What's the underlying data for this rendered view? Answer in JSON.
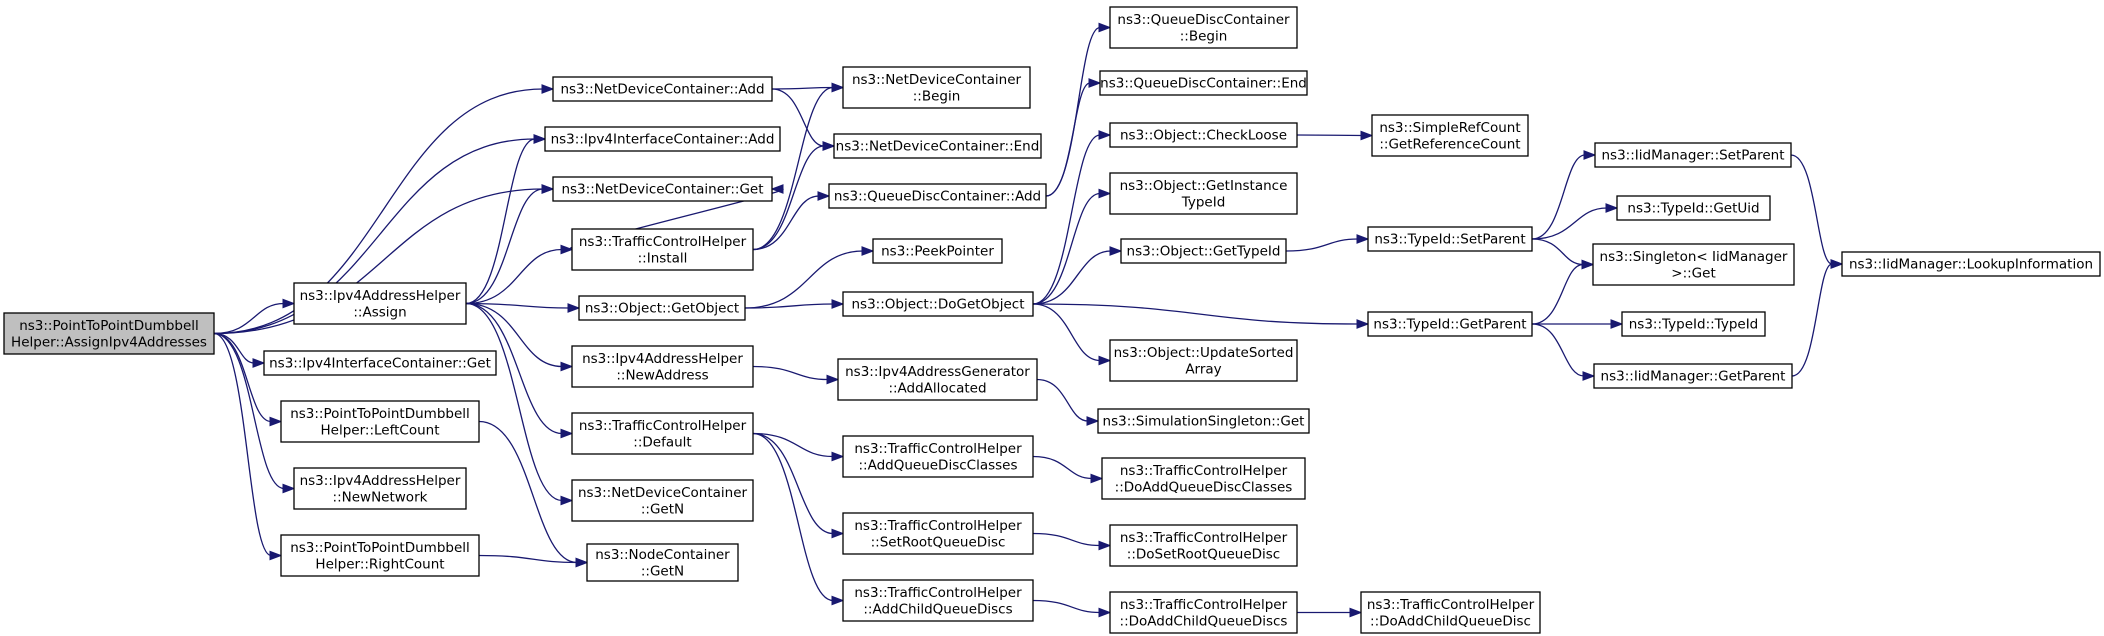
{
  "nodes": [
    {
      "id": "root",
      "lines": [
        "ns3::PointToPointDumbbell",
        "Helper::AssignIpv4Addresses"
      ],
      "root": true
    },
    {
      "id": "ndcAdd",
      "lines": [
        "ns3::NetDeviceContainer::Add"
      ]
    },
    {
      "id": "iicAdd",
      "lines": [
        "ns3::Ipv4InterfaceContainer::Add"
      ]
    },
    {
      "id": "ndcGet",
      "lines": [
        "ns3::NetDeviceContainer::Get"
      ]
    },
    {
      "id": "iahAssign",
      "lines": [
        "ns3::Ipv4AddressHelper",
        "::Assign"
      ]
    },
    {
      "id": "iicGet",
      "lines": [
        "ns3::Ipv4InterfaceContainer::Get"
      ]
    },
    {
      "id": "leftCount",
      "lines": [
        "ns3::PointToPointDumbbell",
        "Helper::LeftCount"
      ]
    },
    {
      "id": "newNetwork",
      "lines": [
        "ns3::Ipv4AddressHelper",
        "::NewNetwork"
      ]
    },
    {
      "id": "rightCount",
      "lines": [
        "ns3::PointToPointDumbbell",
        "Helper::RightCount"
      ]
    },
    {
      "id": "tchInstall",
      "lines": [
        "ns3::TrafficControlHelper",
        "::Install"
      ]
    },
    {
      "id": "objGetObject",
      "lines": [
        "ns3::Object::GetObject"
      ]
    },
    {
      "id": "newAddress",
      "lines": [
        "ns3::Ipv4AddressHelper",
        "::NewAddress"
      ]
    },
    {
      "id": "tchDefault",
      "lines": [
        "ns3::TrafficControlHelper",
        "::Default"
      ]
    },
    {
      "id": "ndcGetN",
      "lines": [
        "ns3::NetDeviceContainer",
        "::GetN"
      ]
    },
    {
      "id": "ncGetN",
      "lines": [
        "ns3::NodeContainer",
        "::GetN"
      ]
    },
    {
      "id": "ndcBegin",
      "lines": [
        "ns3::NetDeviceContainer",
        "::Begin"
      ]
    },
    {
      "id": "ndcEnd",
      "lines": [
        "ns3::NetDeviceContainer::End"
      ]
    },
    {
      "id": "qdcAdd",
      "lines": [
        "ns3::QueueDiscContainer::Add"
      ]
    },
    {
      "id": "peekPointer",
      "lines": [
        "ns3::PeekPointer"
      ]
    },
    {
      "id": "doGetObject",
      "lines": [
        "ns3::Object::DoGetObject"
      ]
    },
    {
      "id": "addAllocated",
      "lines": [
        "ns3::Ipv4AddressGenerator",
        "::AddAllocated"
      ]
    },
    {
      "id": "addQDClasses",
      "lines": [
        "ns3::TrafficControlHelper",
        "::AddQueueDiscClasses"
      ]
    },
    {
      "id": "setRootQD",
      "lines": [
        "ns3::TrafficControlHelper",
        "::SetRootQueueDisc"
      ]
    },
    {
      "id": "addChildQDs",
      "lines": [
        "ns3::TrafficControlHelper",
        "::AddChildQueueDiscs"
      ]
    },
    {
      "id": "qdcBegin",
      "lines": [
        "ns3::QueueDiscContainer",
        "::Begin"
      ]
    },
    {
      "id": "qdcEnd",
      "lines": [
        "ns3::QueueDiscContainer::End"
      ]
    },
    {
      "id": "checkLoose",
      "lines": [
        "ns3::Object::CheckLoose"
      ]
    },
    {
      "id": "getInstTypeId",
      "lines": [
        "ns3::Object::GetInstance",
        "TypeId"
      ]
    },
    {
      "id": "objGetTypeId",
      "lines": [
        "ns3::Object::GetTypeId"
      ]
    },
    {
      "id": "updateSorted",
      "lines": [
        "ns3::Object::UpdateSorted",
        "Array"
      ]
    },
    {
      "id": "simSingletonGet",
      "lines": [
        "ns3::SimulationSingleton::Get"
      ]
    },
    {
      "id": "doAddQDClasses",
      "lines": [
        "ns3::TrafficControlHelper",
        "::DoAddQueueDiscClasses"
      ]
    },
    {
      "id": "doSetRootQD",
      "lines": [
        "ns3::TrafficControlHelper",
        "::DoSetRootQueueDisc"
      ]
    },
    {
      "id": "doAddChildQDs",
      "lines": [
        "ns3::TrafficControlHelper",
        "::DoAddChildQueueDiscs"
      ]
    },
    {
      "id": "getRefCount",
      "lines": [
        "ns3::SimpleRefCount",
        "::GetReferenceCount"
      ]
    },
    {
      "id": "tidSetParent",
      "lines": [
        "ns3::TypeId::SetParent"
      ]
    },
    {
      "id": "tidGetParent",
      "lines": [
        "ns3::TypeId::GetParent"
      ]
    },
    {
      "id": "doAddChildQD",
      "lines": [
        "ns3::TrafficControlHelper",
        "::DoAddChildQueueDisc"
      ]
    },
    {
      "id": "iidSetParent",
      "lines": [
        "ns3::IidManager::SetParent"
      ]
    },
    {
      "id": "tidGetUid",
      "lines": [
        "ns3::TypeId::GetUid"
      ]
    },
    {
      "id": "singletonGet",
      "lines": [
        "ns3::Singleton< IidManager",
        " >::Get"
      ]
    },
    {
      "id": "tidTypeId",
      "lines": [
        "ns3::TypeId::TypeId"
      ]
    },
    {
      "id": "iidGetParent",
      "lines": [
        "ns3::IidManager::GetParent"
      ]
    },
    {
      "id": "lookupInfo",
      "lines": [
        "ns3::IidManager::LookupInformation"
      ]
    }
  ],
  "edges": [
    [
      "root",
      "ndcAdd"
    ],
    [
      "root",
      "iicAdd"
    ],
    [
      "root",
      "ndcGet"
    ],
    [
      "root",
      "iahAssign"
    ],
    [
      "root",
      "iicGet"
    ],
    [
      "root",
      "leftCount"
    ],
    [
      "root",
      "newNetwork"
    ],
    [
      "root",
      "rightCount"
    ],
    [
      "ndcAdd",
      "ndcBegin"
    ],
    [
      "ndcAdd",
      "ndcEnd"
    ],
    [
      "iahAssign",
      "iicAdd"
    ],
    [
      "iahAssign",
      "ndcGet"
    ],
    [
      "iahAssign",
      "tchInstall"
    ],
    [
      "iahAssign",
      "objGetObject"
    ],
    [
      "iahAssign",
      "newAddress"
    ],
    [
      "iahAssign",
      "tchDefault"
    ],
    [
      "iahAssign",
      "ndcGetN"
    ],
    [
      "leftCount",
      "ncGetN"
    ],
    [
      "rightCount",
      "ncGetN"
    ],
    [
      "tchInstall",
      "ndcGet"
    ],
    [
      "tchInstall",
      "ndcBegin"
    ],
    [
      "tchInstall",
      "ndcEnd"
    ],
    [
      "tchInstall",
      "qdcAdd"
    ],
    [
      "objGetObject",
      "peekPointer"
    ],
    [
      "objGetObject",
      "doGetObject"
    ],
    [
      "newAddress",
      "addAllocated"
    ],
    [
      "tchDefault",
      "addQDClasses"
    ],
    [
      "tchDefault",
      "setRootQD"
    ],
    [
      "tchDefault",
      "addChildQDs"
    ],
    [
      "qdcAdd",
      "qdcBegin"
    ],
    [
      "qdcAdd",
      "qdcEnd"
    ],
    [
      "doGetObject",
      "checkLoose"
    ],
    [
      "doGetObject",
      "getInstTypeId"
    ],
    [
      "doGetObject",
      "objGetTypeId"
    ],
    [
      "doGetObject",
      "updateSorted"
    ],
    [
      "doGetObject",
      "tidGetParent"
    ],
    [
      "addAllocated",
      "simSingletonGet"
    ],
    [
      "addQDClasses",
      "doAddQDClasses"
    ],
    [
      "setRootQD",
      "doSetRootQD"
    ],
    [
      "addChildQDs",
      "doAddChildQDs"
    ],
    [
      "checkLoose",
      "getRefCount"
    ],
    [
      "objGetTypeId",
      "tidSetParent"
    ],
    [
      "doAddChildQDs",
      "doAddChildQD"
    ],
    [
      "tidSetParent",
      "iidSetParent"
    ],
    [
      "tidSetParent",
      "tidGetUid"
    ],
    [
      "tidSetParent",
      "singletonGet"
    ],
    [
      "tidGetParent",
      "singletonGet"
    ],
    [
      "tidGetParent",
      "tidTypeId"
    ],
    [
      "tidGetParent",
      "iidGetParent"
    ],
    [
      "iidSetParent",
      "lookupInfo"
    ],
    [
      "iidGetParent",
      "lookupInfo"
    ]
  ]
}
